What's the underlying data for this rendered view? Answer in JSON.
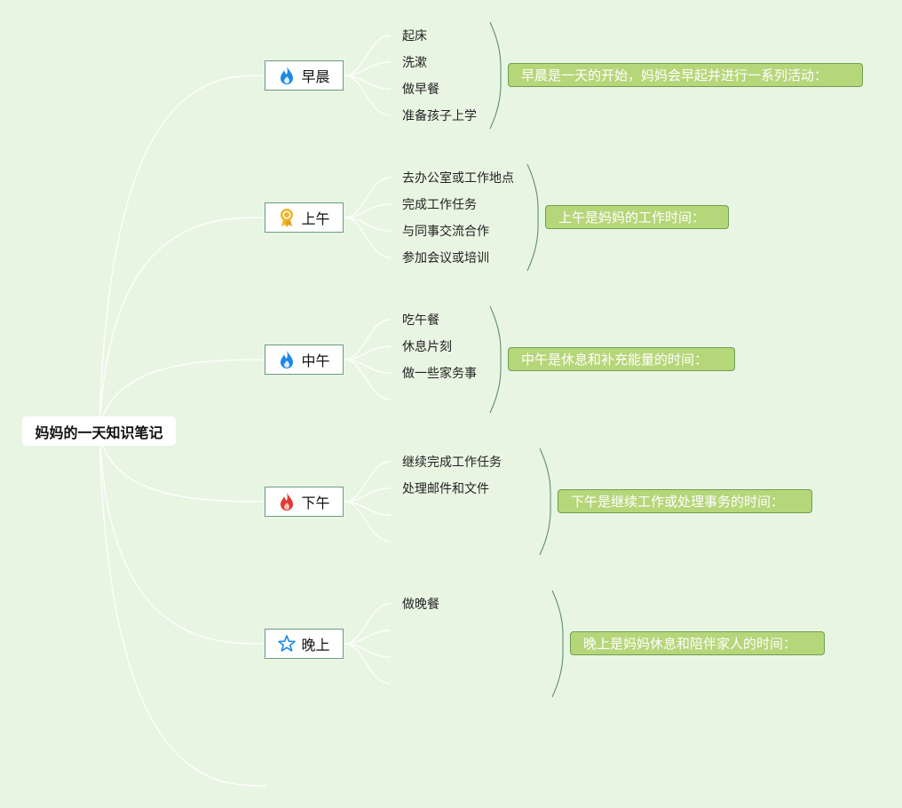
{
  "root": {
    "label": "妈妈的一天知识笔记"
  },
  "branches": [
    {
      "label": "早晨",
      "icon": "flame-icon-blue",
      "items": [
        "起床",
        "洗漱",
        "做早餐",
        "准备孩子上学"
      ],
      "summary": "早晨是一天的开始，妈妈会早起并进行一系列活动："
    },
    {
      "label": "上午",
      "icon": "award-ribbon-icon",
      "items": [
        "去办公室或工作地点",
        "完成工作任务",
        "与同事交流合作",
        "参加会议或培训"
      ],
      "summary": "上午是妈妈的工作时间："
    },
    {
      "label": "中午",
      "icon": "flame-icon-blue",
      "items": [
        "吃午餐",
        "休息片刻",
        "做一些家务事"
      ],
      "summary": "中午是休息和补充能量的时间："
    },
    {
      "label": "下午",
      "icon": "flame-icon-red",
      "items": [
        "继续完成工作任务",
        "处理邮件和文件"
      ],
      "summary": "下午是继续工作或处理事务的时间："
    },
    {
      "label": "晚上",
      "icon": "star-outline-icon",
      "items": [
        "做晚餐"
      ],
      "summary": "晚上是妈妈休息和陪伴家人的时间："
    }
  ],
  "colors": {
    "background": "#e9f5e3",
    "summary_fill": "#b6d67a",
    "summary_border": "#6f9e4f",
    "connector": "#ffffff",
    "bracket": "#5f8f6f",
    "flame_blue": "#1e88e5",
    "flame_red": "#e53935",
    "award": "#f0b429",
    "star": "#1e88e5"
  }
}
